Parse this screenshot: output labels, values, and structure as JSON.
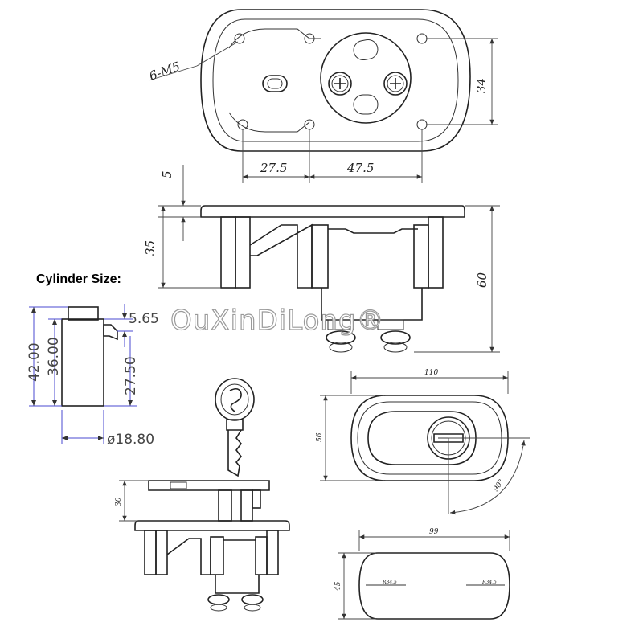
{
  "top_view": {
    "hole_label": "6-M5",
    "dim_left": "27.5",
    "dim_right": "47.5",
    "dim_height": "34"
  },
  "side_view": {
    "dim_plate": "5",
    "dim_body": "35",
    "dim_total": "60"
  },
  "cylinder": {
    "heading": "Cylinder Size:",
    "dim_top_offset": "5.65",
    "dim_total_height": "42.00",
    "dim_body_height": "36.00",
    "dim_lower": "27.50",
    "dim_diameter": "ø18.80"
  },
  "front_view": {
    "dim_width": "110",
    "dim_height": "56",
    "dim_angle": "90°"
  },
  "key_side_view": {
    "dim_height": "30"
  },
  "cutout": {
    "dim_width": "99",
    "dim_height": "45",
    "radius_left": "R34.5",
    "radius_right": "R34.5"
  },
  "watermark": "OuXinDiLong®"
}
